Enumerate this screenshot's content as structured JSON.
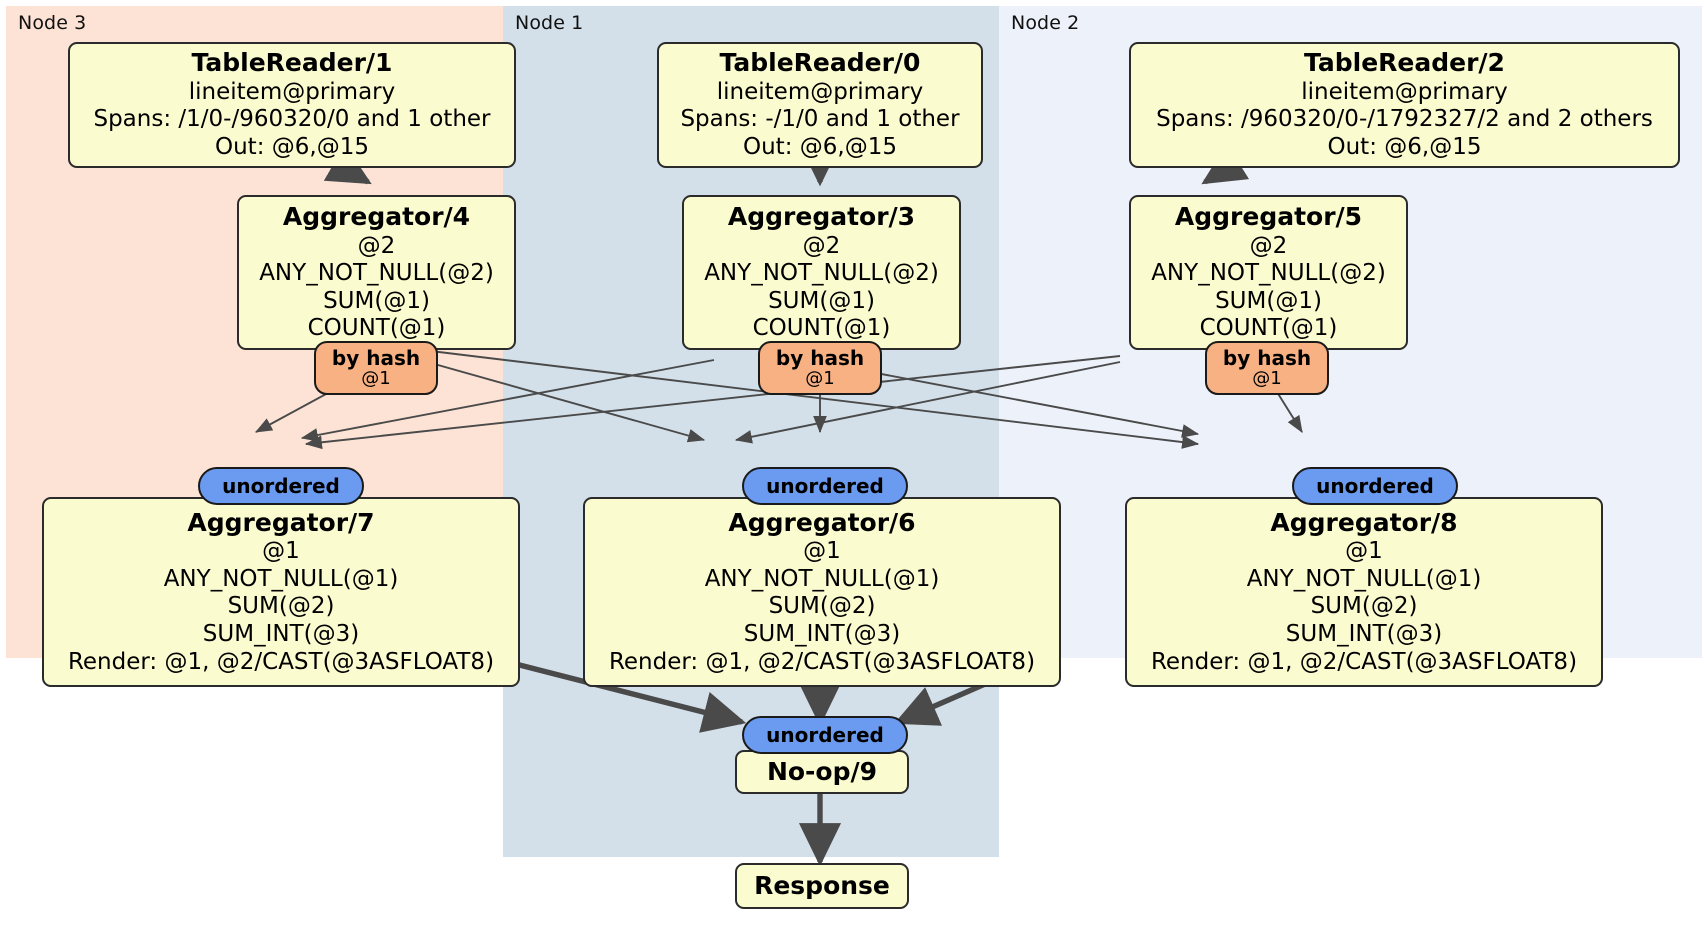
{
  "diagram": {
    "kind": "distributed-query-plan",
    "regions": [
      {
        "id": "node3",
        "label": "Node 3",
        "color": "#fce3d5"
      },
      {
        "id": "node1",
        "label": "Node 1",
        "color": "#d3e0ea"
      },
      {
        "id": "node2",
        "label": "Node 2",
        "color": "#edf1fa"
      }
    ],
    "nodes": [
      {
        "id": "tr1",
        "title": "TableReader/1",
        "lines": [
          "lineitem@primary",
          "Spans: /1/0-/960320/0 and 1 other",
          "Out: @6,@15"
        ]
      },
      {
        "id": "tr0",
        "title": "TableReader/0",
        "lines": [
          "lineitem@primary",
          "Spans: -/1/0 and 1 other",
          "Out: @6,@15"
        ]
      },
      {
        "id": "tr2",
        "title": "TableReader/2",
        "lines": [
          "lineitem@primary",
          "Spans: /960320/0-/1792327/2 and 2 others",
          "Out: @6,@15"
        ]
      },
      {
        "id": "agg4",
        "title": "Aggregator/4",
        "lines": [
          "@2",
          "ANY_NOT_NULL(@2)",
          "SUM(@1)",
          "COUNT(@1)"
        ]
      },
      {
        "id": "agg3",
        "title": "Aggregator/3",
        "lines": [
          "@2",
          "ANY_NOT_NULL(@2)",
          "SUM(@1)",
          "COUNT(@1)"
        ]
      },
      {
        "id": "agg5",
        "title": "Aggregator/5",
        "lines": [
          "@2",
          "ANY_NOT_NULL(@2)",
          "SUM(@1)",
          "COUNT(@1)"
        ]
      },
      {
        "id": "agg7",
        "title": "Aggregator/7",
        "lines": [
          "@1",
          "ANY_NOT_NULL(@1)",
          "SUM(@2)",
          "SUM_INT(@3)",
          "Render: @1, @2/CAST(@3ASFLOAT8)"
        ]
      },
      {
        "id": "agg6",
        "title": "Aggregator/6",
        "lines": [
          "@1",
          "ANY_NOT_NULL(@1)",
          "SUM(@2)",
          "SUM_INT(@3)",
          "Render: @1, @2/CAST(@3ASFLOAT8)"
        ]
      },
      {
        "id": "agg8",
        "title": "Aggregator/8",
        "lines": [
          "@1",
          "ANY_NOT_NULL(@1)",
          "SUM(@2)",
          "SUM_INT(@3)",
          "Render: @1, @2/CAST(@3ASFLOAT8)"
        ]
      },
      {
        "id": "noop9",
        "title": "No-op/9",
        "lines": []
      },
      {
        "id": "response",
        "title": "Response",
        "lines": []
      }
    ],
    "routers": [
      {
        "id": "hash_l",
        "primary": "by hash",
        "secondary": "@1",
        "color": "#f7b183"
      },
      {
        "id": "hash_c",
        "primary": "by hash",
        "secondary": "@1",
        "color": "#f7b183"
      },
      {
        "id": "hash_r",
        "primary": "by hash",
        "secondary": "@1",
        "color": "#f7b183"
      }
    ],
    "inputs": [
      {
        "id": "unord_l",
        "primary": "unordered",
        "color": "#6b9bf0"
      },
      {
        "id": "unord_c",
        "primary": "unordered",
        "color": "#6b9bf0"
      },
      {
        "id": "unord_r",
        "primary": "unordered",
        "color": "#6b9bf0"
      },
      {
        "id": "unord_fin",
        "primary": "unordered",
        "color": "#6b9bf0"
      }
    ]
  }
}
